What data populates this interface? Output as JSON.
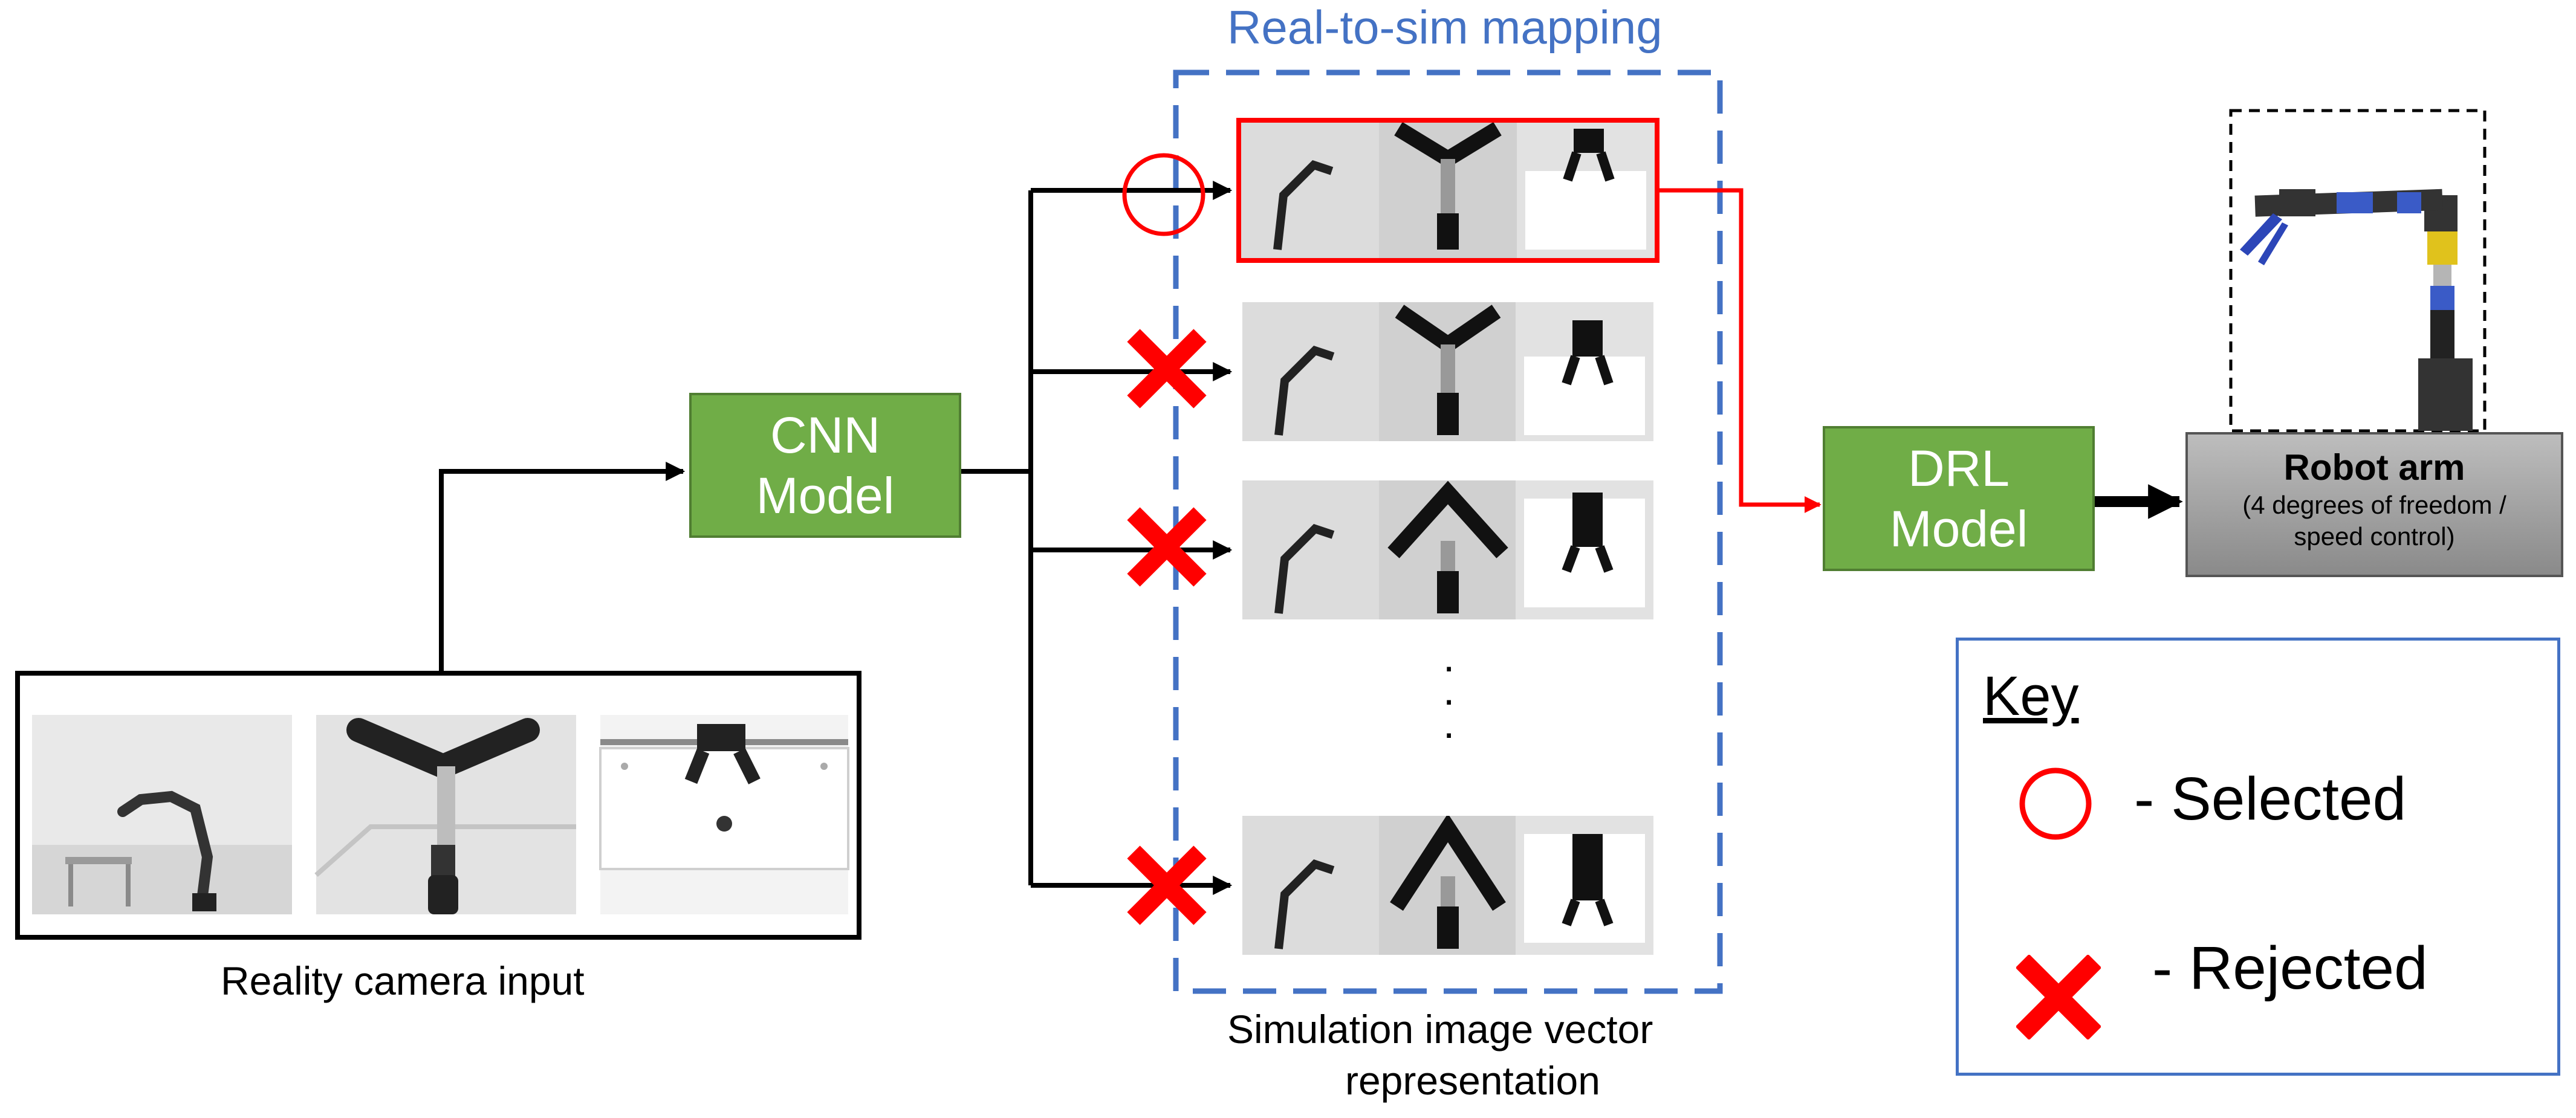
{
  "title": "Real-to-sim mapping",
  "cnn": {
    "line1": "CNN",
    "line2": "Model"
  },
  "drl": {
    "line1": "DRL",
    "line2": "Model"
  },
  "robot": {
    "title": "Robot arm",
    "line1": "(4 degrees of freedom /",
    "line2": "speed control)"
  },
  "reality_caption": "Reality camera input",
  "sim_caption": {
    "line1": "Simulation image vector",
    "line2": "representation"
  },
  "key": {
    "title": "Key",
    "selected": "- Selected",
    "rejected": "- Rejected"
  },
  "ellipsis": "·\n·\n·",
  "colors": {
    "green": "#70ad47",
    "blue": "#4472c4",
    "red": "#ff0000",
    "gray": "#a6a6a6"
  },
  "icons": [
    "circle-selected-icon",
    "cross-rejected-icon",
    "robot-arm-render",
    "camera-frame-thumbnail",
    "sim-frame-thumbnail"
  ]
}
